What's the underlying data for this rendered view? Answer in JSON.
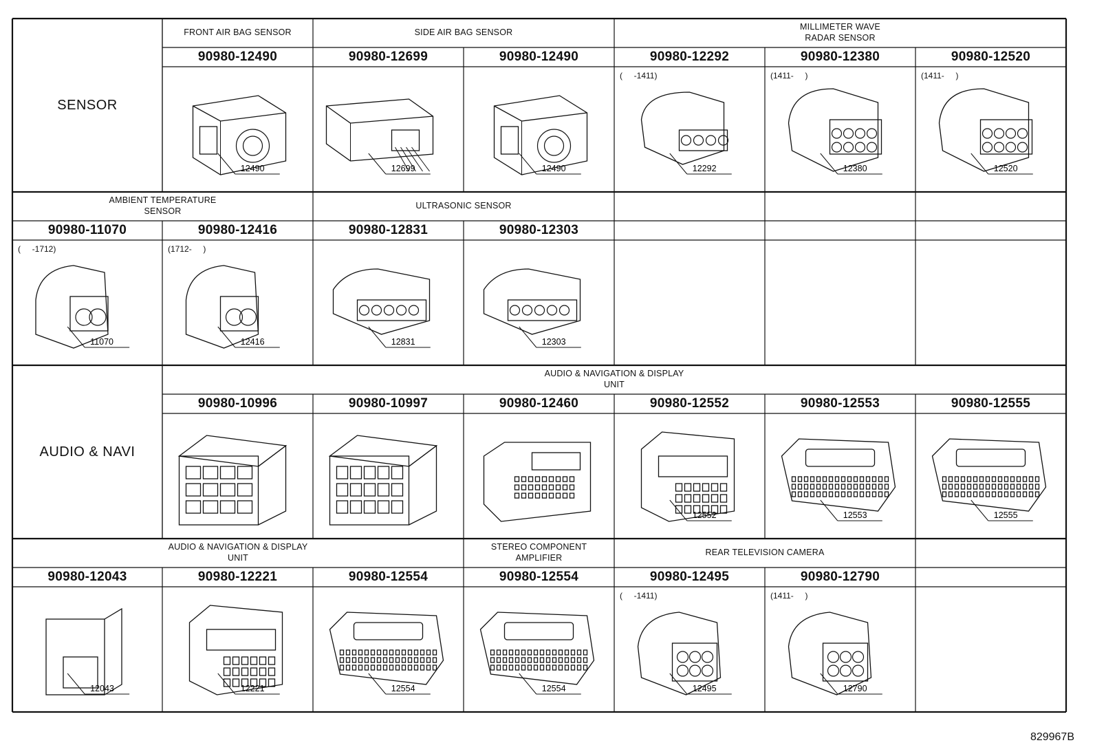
{
  "rows": [
    {
      "category": "SENSOR",
      "groups": [
        {
          "label": "FRONT AIR BAG SENSOR",
          "span": 1
        },
        {
          "label": "SIDE AIR BAG SENSOR",
          "span": 2
        },
        {
          "label": "MILLIMETER WAVE\nRADAR SENSOR",
          "span": 3
        }
      ],
      "cells": [
        null,
        {
          "part": "90980-12490",
          "code": "12490",
          "range": "",
          "shape": "airbag"
        },
        {
          "part": "90980-12699",
          "code": "12699",
          "range": "",
          "shape": "side"
        },
        {
          "part": "90980-12490",
          "code": "12490",
          "range": "",
          "shape": "airbag"
        },
        {
          "part": "90980-12292",
          "code": "12292",
          "range": "(     -1411)",
          "shape": "radar4"
        },
        {
          "part": "90980-12380",
          "code": "12380",
          "range": "(1411-     )",
          "shape": "radar8"
        },
        {
          "part": "90980-12520",
          "code": "12520",
          "range": "(1411-     )",
          "shape": "radar8"
        }
      ]
    },
    {
      "category": "",
      "groups": [
        {
          "label": "AMBIENT TEMPERATURE\nSENSOR",
          "span": 2,
          "start": 0
        },
        {
          "label": "ULTRASONIC SENSOR",
          "span": 2
        },
        {
          "label": "",
          "span": 1
        },
        {
          "label": "",
          "span": 1
        },
        {
          "label": "",
          "span": 1
        }
      ],
      "cells": [
        {
          "part": "90980-11070",
          "code": "11070",
          "range": "(     -1712)",
          "shape": "ambient"
        },
        {
          "part": "90980-12416",
          "code": "12416",
          "range": "(1712-     )",
          "shape": "ambient2"
        },
        {
          "part": "90980-12831",
          "code": "12831",
          "range": "",
          "shape": "ultra"
        },
        {
          "part": "90980-12303",
          "code": "12303",
          "range": "",
          "shape": "ultra"
        },
        {
          "part": "",
          "code": "",
          "range": "",
          "shape": ""
        },
        {
          "part": "",
          "code": "",
          "range": "",
          "shape": ""
        },
        {
          "part": "",
          "code": "",
          "range": "",
          "shape": ""
        }
      ]
    },
    {
      "category": "AUDIO & NAVI",
      "groups": [
        {
          "label": "AUDIO & NAVIGATION & DISPLAY\nUNIT",
          "span": 6
        }
      ],
      "cells": [
        null,
        {
          "part": "90980-10996",
          "code": "",
          "range": "",
          "shape": "box12"
        },
        {
          "part": "90980-10997",
          "code": "",
          "range": "",
          "shape": "box16"
        },
        {
          "part": "90980-12460",
          "code": "",
          "range": "",
          "shape": "flat"
        },
        {
          "part": "90980-12552",
          "code": "12552",
          "range": "",
          "shape": "tall"
        },
        {
          "part": "90980-12553",
          "code": "12553",
          "range": "",
          "shape": "wide"
        },
        {
          "part": "90980-12555",
          "code": "12555",
          "range": "",
          "shape": "wide"
        }
      ]
    },
    {
      "category": "",
      "groups": [
        {
          "label": "AUDIO & NAVIGATION & DISPLAY\nUNIT",
          "span": 3,
          "start": 0
        },
        {
          "label": "STEREO COMPONENT\nAMPLIFIER",
          "span": 1
        },
        {
          "label": "REAR TELEVISION CAMERA",
          "span": 2
        },
        {
          "label": "",
          "span": 1
        }
      ],
      "cells": [
        {
          "part": "90980-12043",
          "code": "12043",
          "range": "",
          "shape": "small"
        },
        {
          "part": "90980-12221",
          "code": "12221",
          "range": "",
          "shape": "tall2"
        },
        {
          "part": "90980-12554",
          "code": "12554",
          "range": "",
          "shape": "wide"
        },
        {
          "part": "90980-12554",
          "code": "12554",
          "range": "",
          "shape": "wide"
        },
        {
          "part": "90980-12495",
          "code": "12495",
          "range": "(     -1411)",
          "shape": "cam"
        },
        {
          "part": "90980-12790",
          "code": "12790",
          "range": "(1411-     )",
          "shape": "cam2"
        },
        {
          "part": "",
          "code": "",
          "range": "",
          "shape": ""
        }
      ]
    }
  ],
  "reference": "829967B"
}
